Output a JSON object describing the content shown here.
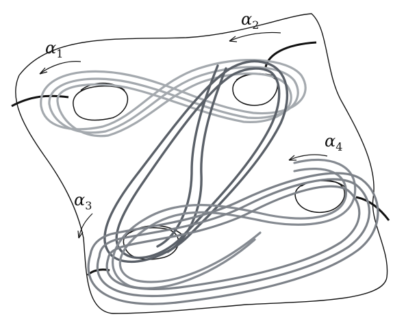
{
  "labels": {
    "alpha1": {
      "sym": "α",
      "sub": "1"
    },
    "alpha2": {
      "sym": "α",
      "sub": "2"
    },
    "alpha3": {
      "sym": "α",
      "sub": "3"
    },
    "alpha4": {
      "sym": "α",
      "sub": "4"
    }
  },
  "colors": {
    "outline": "#111111",
    "light_curve": "#a4a9ae",
    "dark_curve": "#5a6068",
    "mid_curve": "#858a91"
  }
}
